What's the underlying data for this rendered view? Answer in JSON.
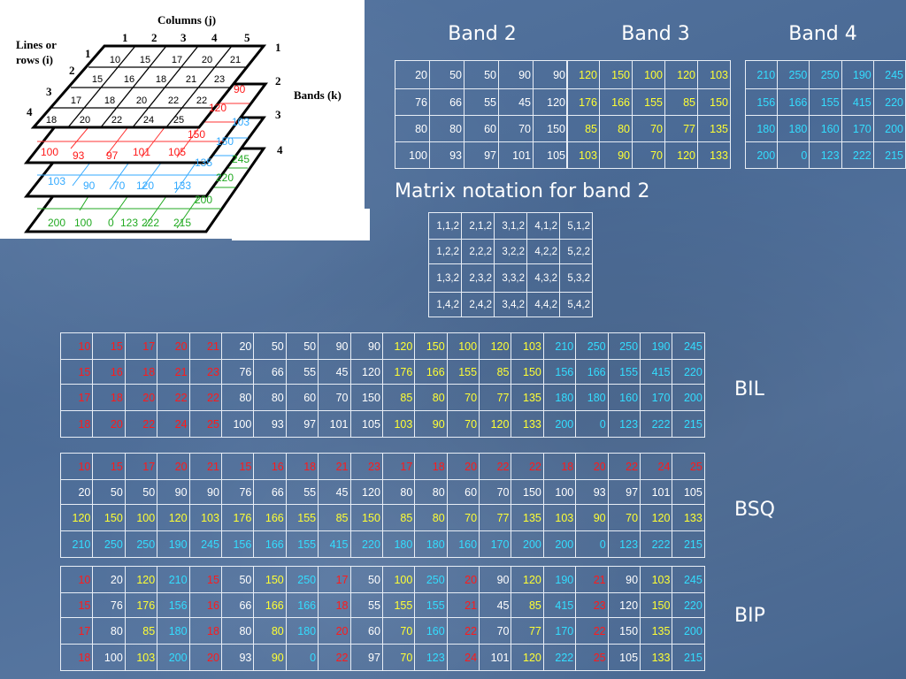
{
  "diagram": {
    "columns_label": "Columns  (j)",
    "rows_label_1": "Lines or",
    "rows_label_2": "rows (i)",
    "bands_label": "Bands  (k)",
    "col_nums": [
      "1",
      "2",
      "3",
      "4",
      "5"
    ],
    "row_nums": [
      "1",
      "2",
      "3",
      "4"
    ],
    "band_nums": [
      "1",
      "2",
      "3",
      "4"
    ],
    "band1_rows": [
      [
        "10",
        "15",
        "17",
        "20",
        "21"
      ],
      [
        "15",
        "16",
        "18",
        "21",
        "23"
      ],
      [
        "17",
        "18",
        "20",
        "22",
        "22"
      ],
      [
        "18",
        "20",
        "22",
        "24",
        "25"
      ]
    ],
    "edge_values": {
      "band2_right": [
        "90",
        "120",
        "150"
      ],
      "band2_front": [
        "100",
        "93",
        "97",
        "101",
        "105"
      ],
      "band3_right": [
        "103",
        "150",
        "135"
      ],
      "band3_front": [
        "103",
        "90",
        "70",
        "120",
        "133"
      ],
      "band4_right": [
        "245",
        "220",
        "200"
      ],
      "band4_front": [
        "200",
        "100",
        "0",
        "123",
        "222",
        "215"
      ]
    }
  },
  "titles": {
    "band2": "Band 2",
    "band3": "Band 3",
    "band4": "Band 4",
    "matrix": "Matrix notation for band 2",
    "bil": "BIL",
    "bsq": "BSQ",
    "bip": "BIP"
  },
  "band2": [
    [
      "20",
      "50",
      "50",
      "90",
      "90"
    ],
    [
      "76",
      "66",
      "55",
      "45",
      "120"
    ],
    [
      "80",
      "80",
      "60",
      "70",
      "150"
    ],
    [
      "100",
      "93",
      "97",
      "101",
      "105"
    ]
  ],
  "band3": [
    [
      "120",
      "150",
      "100",
      "120",
      "103"
    ],
    [
      "176",
      "166",
      "155",
      "85",
      "150"
    ],
    [
      "85",
      "80",
      "70",
      "77",
      "135"
    ],
    [
      "103",
      "90",
      "70",
      "120",
      "133"
    ]
  ],
  "band4": [
    [
      "210",
      "250",
      "250",
      "190",
      "245"
    ],
    [
      "156",
      "166",
      "155",
      "415",
      "220"
    ],
    [
      "180",
      "180",
      "160",
      "170",
      "200"
    ],
    [
      "200",
      "0",
      "123",
      "222",
      "215"
    ]
  ],
  "matrix": [
    [
      "1,1,2",
      "2,1,2",
      "3,1,2",
      "4,1,2",
      "5,1,2"
    ],
    [
      "1,2,2",
      "2,2,2",
      "3,2,2",
      "4,2,2",
      "5,2,2"
    ],
    [
      "1,3,2",
      "2,3,2",
      "3,3,2",
      "4,3,2",
      "5,3,2"
    ],
    [
      "1,4,2",
      "2,4,2",
      "3,4,2",
      "4,4,2",
      "5,4,2"
    ]
  ],
  "bil": [
    [
      "10",
      "15",
      "17",
      "20",
      "21",
      "20",
      "50",
      "50",
      "90",
      "90",
      "120",
      "150",
      "100",
      "120",
      "103",
      "210",
      "250",
      "250",
      "190",
      "245"
    ],
    [
      "15",
      "16",
      "18",
      "21",
      "23",
      "76",
      "66",
      "55",
      "45",
      "120",
      "176",
      "166",
      "155",
      "85",
      "150",
      "156",
      "166",
      "155",
      "415",
      "220"
    ],
    [
      "17",
      "18",
      "20",
      "22",
      "22",
      "80",
      "80",
      "60",
      "70",
      "150",
      "85",
      "80",
      "70",
      "77",
      "135",
      "180",
      "180",
      "160",
      "170",
      "200"
    ],
    [
      "18",
      "20",
      "22",
      "24",
      "25",
      "100",
      "93",
      "97",
      "101",
      "105",
      "103",
      "90",
      "70",
      "120",
      "133",
      "200",
      "0",
      "123",
      "222",
      "215"
    ]
  ],
  "bsq": [
    [
      "10",
      "15",
      "17",
      "20",
      "21",
      "15",
      "16",
      "18",
      "21",
      "23",
      "17",
      "18",
      "20",
      "22",
      "22",
      "18",
      "20",
      "22",
      "24",
      "25"
    ],
    [
      "20",
      "50",
      "50",
      "90",
      "90",
      "76",
      "66",
      "55",
      "45",
      "120",
      "80",
      "80",
      "60",
      "70",
      "150",
      "100",
      "93",
      "97",
      "101",
      "105"
    ],
    [
      "120",
      "150",
      "100",
      "120",
      "103",
      "176",
      "166",
      "155",
      "85",
      "150",
      "85",
      "80",
      "70",
      "77",
      "135",
      "103",
      "90",
      "70",
      "120",
      "133"
    ],
    [
      "210",
      "250",
      "250",
      "190",
      "245",
      "156",
      "166",
      "155",
      "415",
      "220",
      "180",
      "180",
      "160",
      "170",
      "200",
      "200",
      "0",
      "123",
      "222",
      "215"
    ]
  ],
  "bip": [
    [
      "10",
      "20",
      "120",
      "210",
      "15",
      "50",
      "150",
      "250",
      "17",
      "50",
      "100",
      "250",
      "20",
      "90",
      "120",
      "190",
      "21",
      "90",
      "103",
      "245"
    ],
    [
      "15",
      "76",
      "176",
      "156",
      "16",
      "66",
      "166",
      "166",
      "18",
      "55",
      "155",
      "155",
      "21",
      "45",
      "85",
      "415",
      "23",
      "120",
      "150",
      "220"
    ],
    [
      "17",
      "80",
      "85",
      "180",
      "18",
      "80",
      "80",
      "180",
      "20",
      "60",
      "70",
      "160",
      "22",
      "70",
      "77",
      "170",
      "22",
      "150",
      "135",
      "200"
    ],
    [
      "18",
      "100",
      "103",
      "200",
      "20",
      "93",
      "90",
      "0",
      "22",
      "97",
      "70",
      "123",
      "24",
      "101",
      "120",
      "222",
      "25",
      "105",
      "133",
      "215"
    ]
  ],
  "colors": {
    "background": "#4f6f9a",
    "band1": "#ff1a1a",
    "band2": "#ffffff",
    "band3": "#ffff33",
    "band4": "#33ddff",
    "diagram_band4": "#22aa22"
  }
}
